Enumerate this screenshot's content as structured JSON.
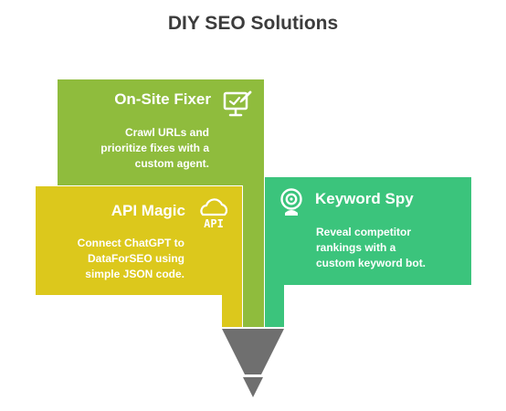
{
  "title": "DIY SEO Solutions",
  "colors": {
    "onsite": "#8fbc3d",
    "api": "#dcc81c",
    "keyword": "#3bc47c",
    "funnel": "#6f6f6f",
    "title_text": "#3c3c3c"
  },
  "cards": {
    "onsite": {
      "title": "On-Site Fixer",
      "lines": [
        "Crawl URLs and",
        "prioritize fixes with a",
        "custom agent."
      ],
      "icon": "monitor-edit-icon"
    },
    "api": {
      "title": "API Magic",
      "lines": [
        "Connect ChatGPT to",
        "DataForSEO using",
        "simple JSON code."
      ],
      "icon": "cloud-api-icon",
      "icon_text": "API"
    },
    "keyword": {
      "title": "Keyword Spy",
      "lines": [
        "Reveal competitor",
        "rankings with a",
        "custom keyword bot."
      ],
      "icon": "spy-agent-icon"
    }
  }
}
